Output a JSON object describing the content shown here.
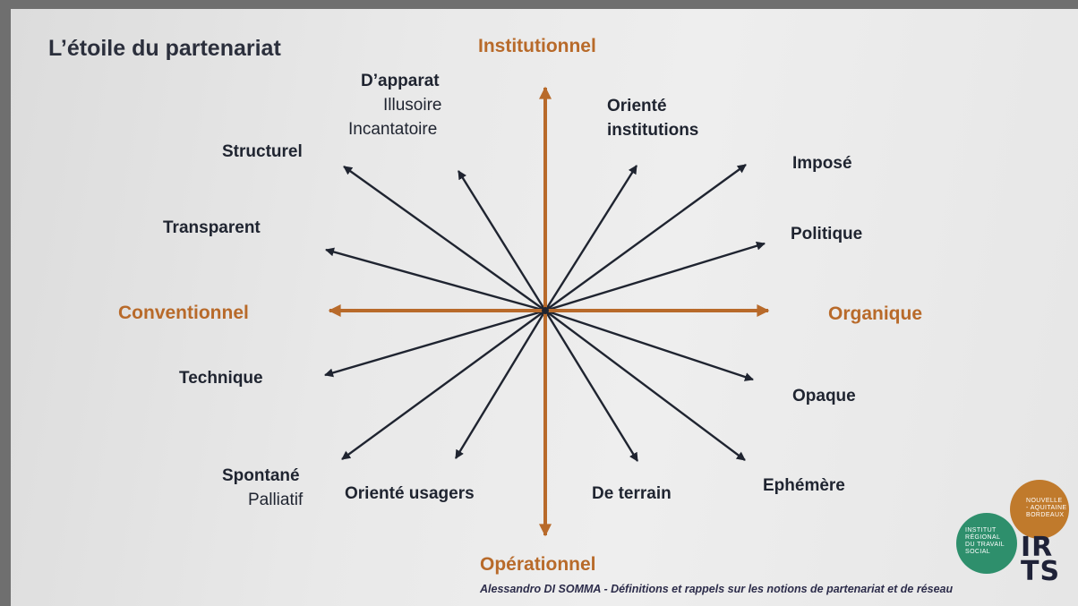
{
  "title": "L’étoile du partenariat",
  "axes": {
    "top": "Institutionnel",
    "bottom": "Opérationnel",
    "left": "Conventionnel",
    "right": "Organique"
  },
  "labels": {
    "apparat": "D’apparat",
    "illusoire": "Illusoire",
    "incantatoire": "Incantatoire",
    "oriente_institutions_1": "Orienté",
    "oriente_institutions_2": "institutions",
    "structurel": "Structurel",
    "transparent": "Transparent",
    "impose": "Imposé",
    "politique": "Politique",
    "technique": "Technique",
    "opaque": "Opaque",
    "spontane": "Spontané",
    "palliatif": "Palliatif",
    "oriente_usagers": "Orienté usagers",
    "de_terrain": "De terrain",
    "ephemere": "Ephémère"
  },
  "footer": "Alessandro DI SOMMA - Définitions et rappels sur les notions de partenariat et de réseau",
  "logo": {
    "green_lines": [
      "INSTITUT",
      "RÉGIONAL",
      "DU TRAVAIL",
      "SOCIAL"
    ],
    "orange_lines": [
      "NOUVELLE",
      "- AQUITAINE",
      "BORDEAUX"
    ],
    "mark_top": "IR",
    "mark_bottom": "TS"
  },
  "colors": {
    "axis": "#b86a2a",
    "arrow": "#1f2430",
    "text": "#1f2430",
    "logo_green": "#2e8f6c",
    "logo_orange": "#c07a2c"
  }
}
